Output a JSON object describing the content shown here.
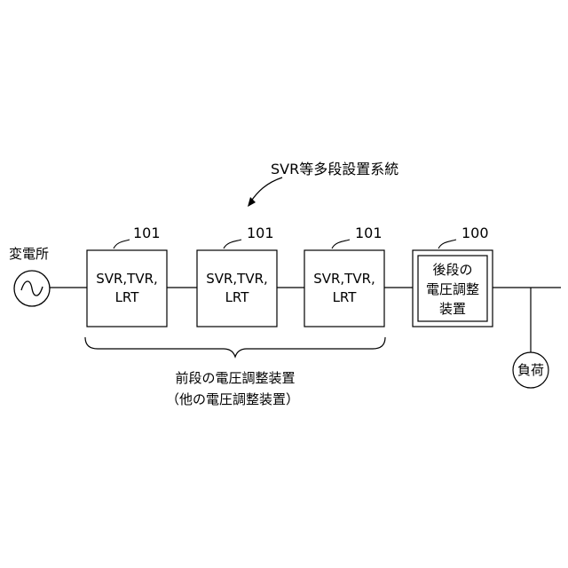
{
  "diagram": {
    "system_label": "SVR等多段設置系統",
    "substation_label": "変電所",
    "load_label": "負荷",
    "front_devices": [
      {
        "ref": "101",
        "lines": [
          "SVR,TVR,",
          "LRT"
        ]
      },
      {
        "ref": "101",
        "lines": [
          "SVR,TVR,",
          "LRT"
        ]
      },
      {
        "ref": "101",
        "lines": [
          "SVR,TVR,",
          "LRT"
        ]
      }
    ],
    "rear_device": {
      "ref": "100",
      "lines": [
        "後段の",
        "電圧調整",
        "装置"
      ]
    },
    "brace_label_line1": "前段の電圧調整装置",
    "brace_label_line2": "（他の電圧調整装置）"
  }
}
